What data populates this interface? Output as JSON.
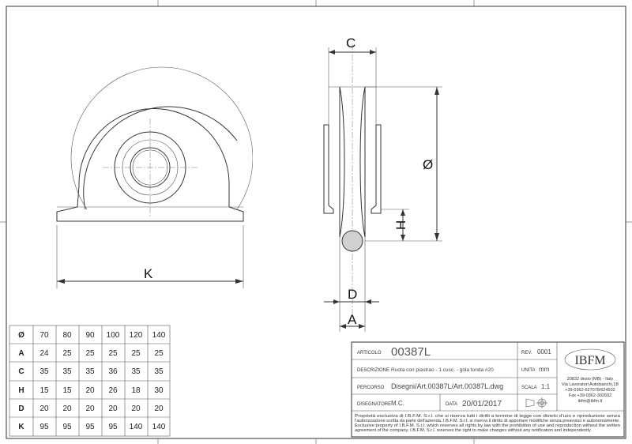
{
  "dimension_labels": {
    "C": "C",
    "diameter": "Ø",
    "H": "H",
    "K": "K",
    "D": "D",
    "A": "A"
  },
  "table": {
    "headers": [
      "Ø",
      "70",
      "80",
      "90",
      "100",
      "120",
      "140"
    ],
    "rows": [
      [
        "A",
        "24",
        "25",
        "25",
        "25",
        "25",
        "25"
      ],
      [
        "C",
        "35",
        "35",
        "35",
        "36",
        "35",
        "35"
      ],
      [
        "H",
        "15",
        "15",
        "20",
        "26",
        "18",
        "30"
      ],
      [
        "D",
        "20",
        "20",
        "20",
        "20",
        "20",
        "20"
      ],
      [
        "K",
        "95",
        "95",
        "95",
        "95",
        "140",
        "140"
      ]
    ]
  },
  "title_block": {
    "articolo_label": "ARTICOLO",
    "articolo": "00387L",
    "rev_label": "REV.",
    "rev": "0001",
    "descrizione_label": "DESCRIZIONE",
    "descrizione": "Ruota con piastrao - 1 cusc. - gola tonda #20",
    "unita_label": "UNITA",
    "unita": "mm",
    "percorso_label": "PERCORSO",
    "percorso": "Disegni/Art.00387L/Art.00387L.dwg",
    "scala_label": "SCALA",
    "scala": "1:1",
    "disegnatore_label": "DISEGNATORE",
    "disegnatore": "M.C.",
    "data_label": "DATA",
    "data": "20/01/2017",
    "logo": "IBFM",
    "address": [
      "20832 desio (MB) - Italy",
      "Via Lavoratori Autobianchi,1B",
      "+39-0362-627078/624502",
      "Fax +39-0362-302692",
      "ibfm@ibfm.it"
    ],
    "notes": [
      "Proprietà esclusiva di I.B.F.M. S.r.l. che si riserva tutti i diritti a termine di legge con divieto d'uso e riproduzione senza",
      "l'autorizzazione scritta da parte dell'azienda. I.B.F.M. S.r.l. si riserva il diritto di apportare modifiche senza preavviso e autonomamente.",
      "Exclusive property of I.B.F.M. S.r.l. which reserves all rights by law with the prohibition of use and reproduction without the written",
      "agreement of the company. I.B.F.M. S.r.l. reserves the right to make changes without any notification and independently."
    ]
  }
}
